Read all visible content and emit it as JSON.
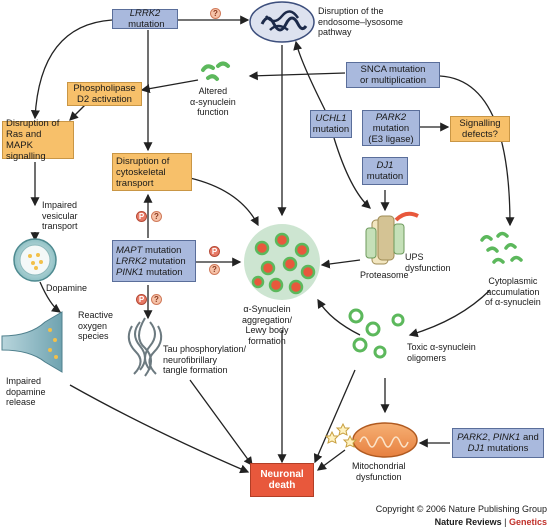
{
  "boxes": {
    "lrrk2_gene": "LRRK2",
    "lrrk2_rest": " mutation",
    "phospholipase": "Phospholipase\nD2 activation",
    "ras_mapk": "Disruption of\nRas and MAPK\nsignalling",
    "snca": "SNCA mutation\nor multiplication",
    "uchl1_gene": "UCHL1",
    "uchl1_rest": "mutation",
    "park2_gene": "PARK2",
    "park2_rest": "mutation\n(E3 ligase)",
    "signalling": "Signalling\ndefects?",
    "dj1_gene": "DJ1",
    "dj1_rest": "mutation",
    "cytoskeletal": "Disruption of\ncytoskeletal\ntransport",
    "mapt_gene": "MAPT",
    "mapt_rest": " mutation",
    "lrrk2b_gene": "LRRK2",
    "lrrk2b_rest": " mutation",
    "pink1_gene": "PINK1",
    "pink1_rest": " mutation",
    "park2pink1_a": "PARK2",
    "park2pink1_b": ", ",
    "park2pink1_c": "PINK1",
    "park2pink1_d": " and",
    "park2pink1_e": "DJ1",
    "park2pink1_f": " mutations",
    "neuronal_death": "Neuronal\ndeath"
  },
  "labels": {
    "endosome": "Disruption of the\nendosome–lysosome\npathway",
    "altered_syn": "Altered\nα-synuclein\nfunction",
    "impaired_vesicular": "Impaired\nvesicular\ntransport",
    "dopamine": "Dopamine",
    "ros": "Reactive\noxygen\nspecies",
    "impaired_release": "Impaired\ndopamine\nrelease",
    "tau": "Tau phosphorylation/\nneurofibrillary\ntangle formation",
    "aggregation": "α-Synuclein\naggregation/\nLewy body\nformation",
    "ups": "UPS\ndysfunction",
    "proteasome": "Proteasome",
    "cytoplasmic": "Cytoplasmic\naccumulation\nof α-synuclein",
    "oligomers": "Toxic α-synuclein\noligomers",
    "mito": "Mitochondrial\ndysfunction"
  },
  "badges": {
    "question": "?",
    "phospho": "P"
  },
  "footer": {
    "copyright": "Copyright © 2006 Nature Publishing Group",
    "journal": "Nature Reviews",
    "separator": " | ",
    "section": "Genetics"
  },
  "colors": {
    "mutation_box": "#a9b9dd",
    "process_box": "#f7c06a",
    "outcome_box": "#e8583c",
    "arrow": "#222222",
    "synuclein": "#5cb85c"
  }
}
